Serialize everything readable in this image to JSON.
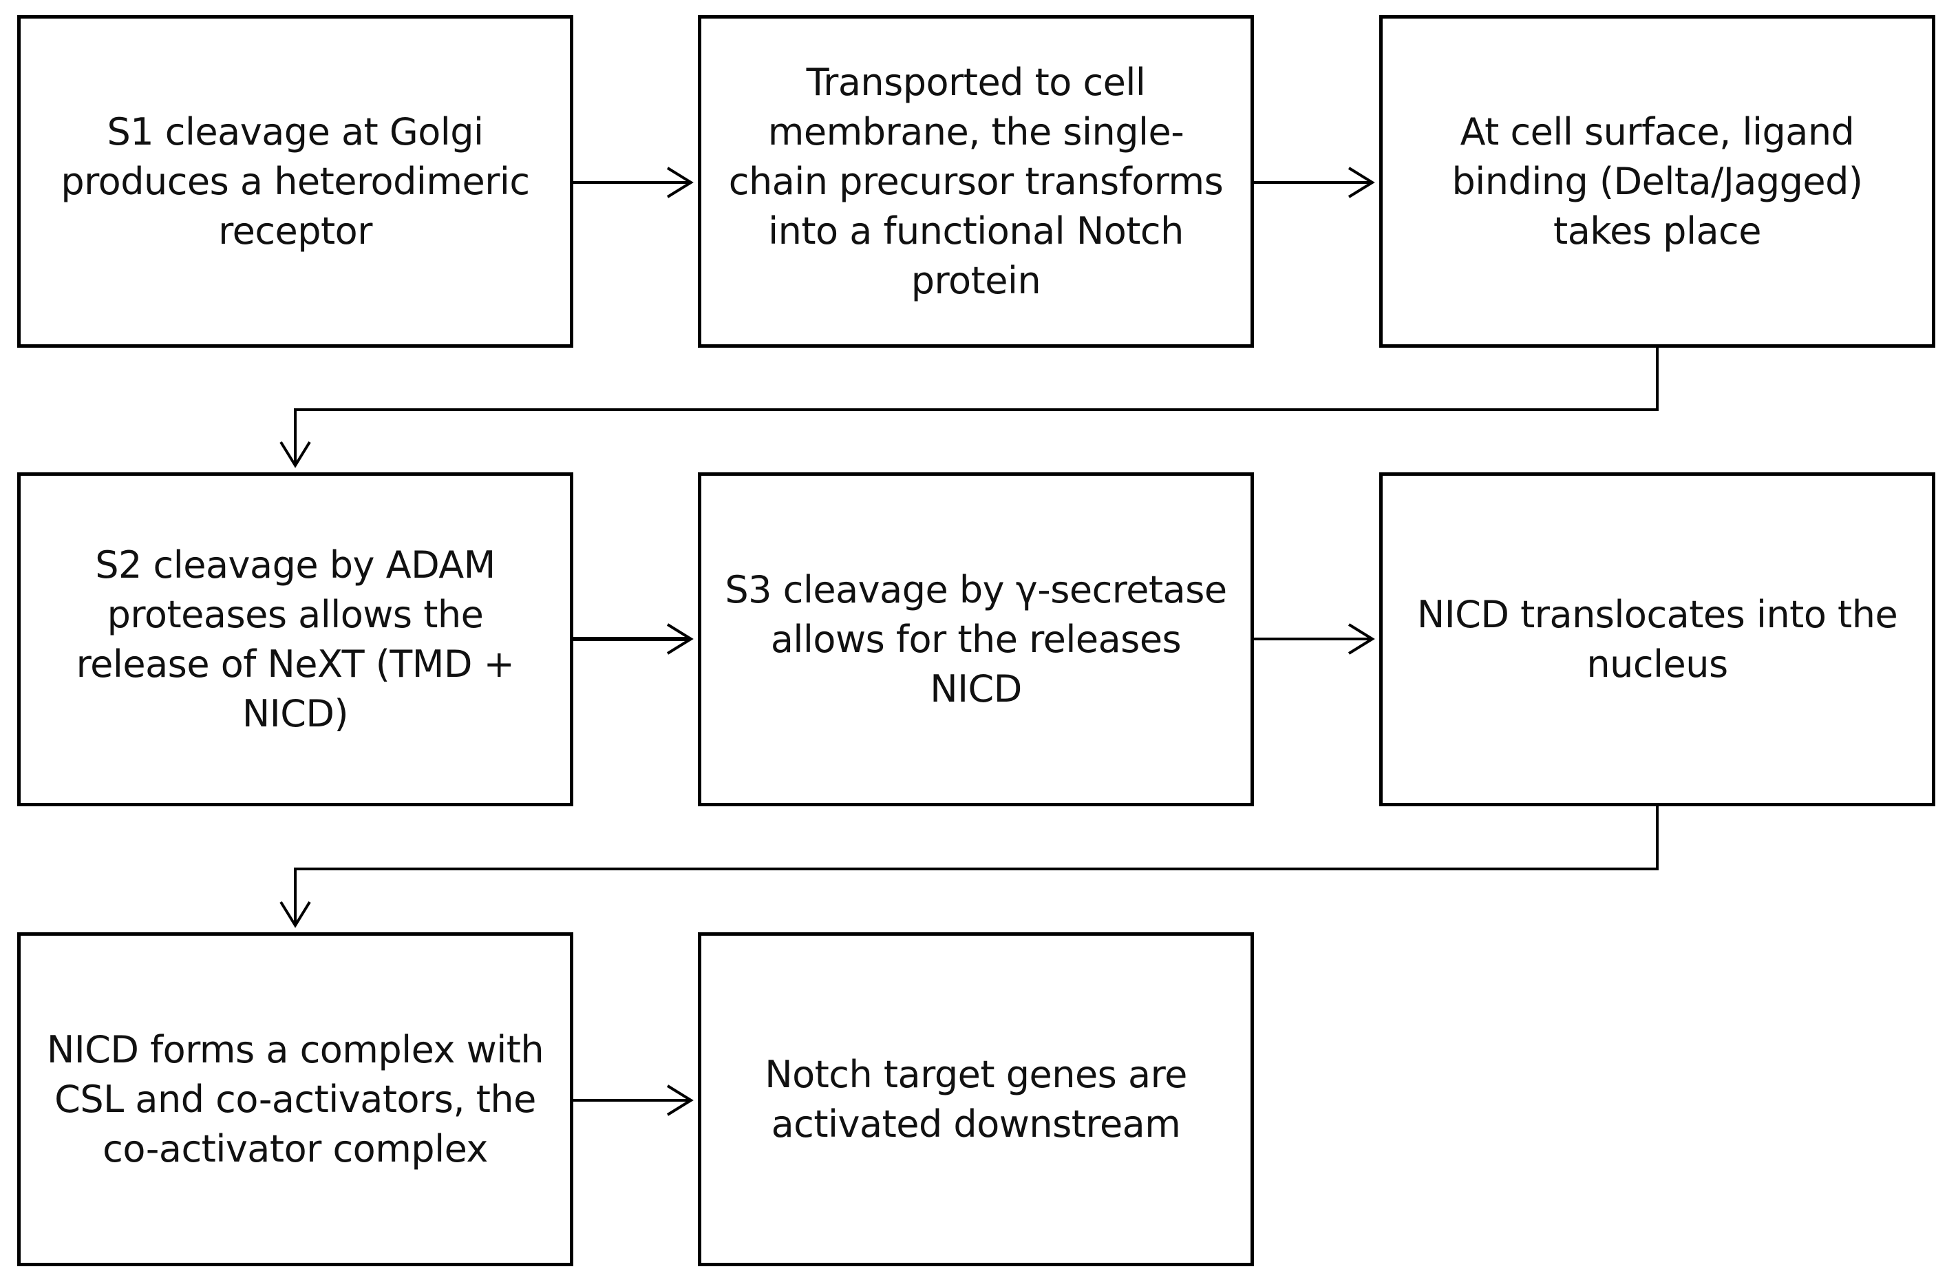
{
  "steps": [
    {
      "id": "s1",
      "text": "S1 cleavage at Golgi produces a heterodimeric receptor"
    },
    {
      "id": "s2",
      "text": "Transported to cell membrane, the single-chain precursor transforms into a functional Notch protein"
    },
    {
      "id": "s3",
      "text": "At cell surface, ligand binding (Delta/Jagged) takes place"
    },
    {
      "id": "s4",
      "text": "S2 cleavage by ADAM proteases allows the release of NeXT (TMD + NICD)"
    },
    {
      "id": "s5",
      "text": "S3 cleavage by γ-secretase allows for the releases NICD"
    },
    {
      "id": "s6",
      "text": "NICD translocates into the nucleus"
    },
    {
      "id": "s7",
      "text": "NICD forms a complex with CSL and co-activators, the co-activator complex"
    },
    {
      "id": "s8",
      "text": "Notch target genes are activated downstream"
    }
  ],
  "connections": [
    {
      "from": 1,
      "to": 2
    },
    {
      "from": 2,
      "to": 3
    },
    {
      "from": 3,
      "to": 4
    },
    {
      "from": 4,
      "to": 5
    },
    {
      "from": 5,
      "to": 6
    },
    {
      "from": 6,
      "to": 7
    },
    {
      "from": 7,
      "to": 8
    }
  ],
  "colors": {
    "stroke": "#000000",
    "text": "#111111",
    "background": "#ffffff"
  }
}
